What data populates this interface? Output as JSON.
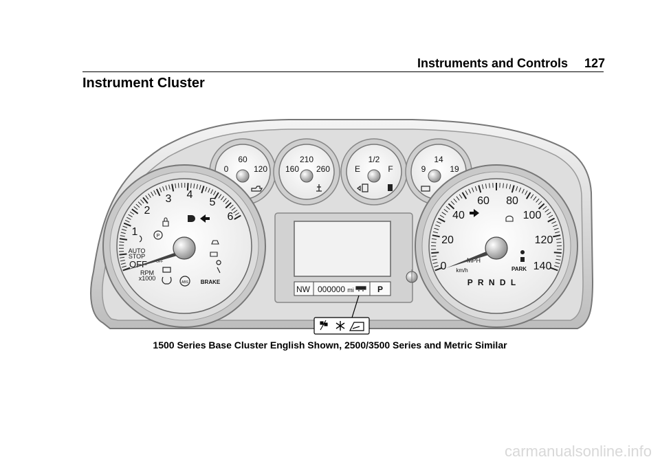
{
  "header": {
    "section": "Instruments and Controls",
    "page_number": "127"
  },
  "title": "Instrument Cluster",
  "tachometer": {
    "numbers": [
      "1",
      "2",
      "3",
      "4",
      "5",
      "6"
    ],
    "labels": {
      "auto_stop_1": "AUTO",
      "auto_stop_2": "STOP",
      "off": "OFF",
      "rpm": "RPM",
      "x1000": "x1000",
      "brake": "BRAKE",
      "abs": "ABS",
      "p": "P",
      "stop_off": "OFF"
    }
  },
  "gauges": {
    "oil": {
      "ticks": [
        "0",
        "60",
        "120"
      ]
    },
    "temp": {
      "ticks": [
        "160",
        "210",
        "260"
      ]
    },
    "fuel": {
      "ticks": [
        "E",
        "1/2",
        "F"
      ]
    },
    "volt": {
      "ticks": [
        "9",
        "14",
        "19"
      ]
    }
  },
  "speedometer": {
    "numbers": [
      "0",
      "20",
      "40",
      "60",
      "80",
      "100",
      "120",
      "140"
    ],
    "labels": {
      "mph": "MPH",
      "kmh": "km/h",
      "park": "PARK"
    },
    "prndl": "P R N D L"
  },
  "display": {
    "compass": "NW",
    "odometer": "000000",
    "unit": "mi",
    "gear": "P"
  },
  "caption": "1500 Series Base Cluster English Shown, 2500/3500 Series and Metric Similar",
  "watermark": "carmanualsonline.info"
}
